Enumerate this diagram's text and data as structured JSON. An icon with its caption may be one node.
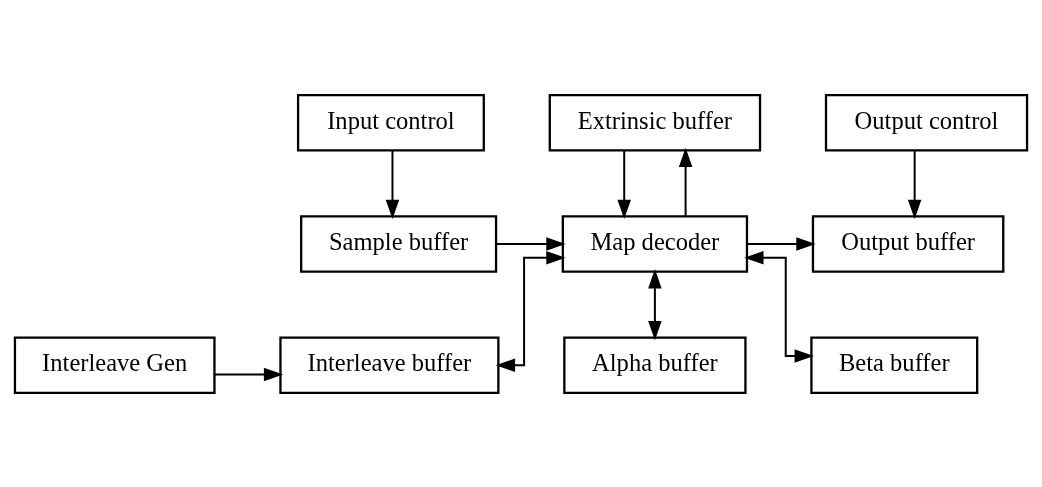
{
  "diagram": {
    "nodes": [
      {
        "text": [
          "Input control"
        ]
      },
      {
        "text": [
          "Extrinsic buffer"
        ]
      },
      {
        "text": [
          "Output control"
        ]
      },
      {
        "text": [
          "Sample buffer"
        ]
      },
      {
        "text": [
          "Map decoder"
        ]
      },
      {
        "text": [
          "Output buffer"
        ]
      },
      {
        "text": [
          "Alpha buffer"
        ]
      },
      {
        "text": [
          "Beta buffer"
        ]
      },
      {
        "text": [
          "Interleave Gen"
        ]
      },
      {
        "text": [
          "Interleave buffer"
        ]
      }
    ],
    "edges": [
      {
        "from": 0,
        "to": 3,
        "arrow": "to"
      },
      {
        "from": 3,
        "to": 4,
        "arrow": "to"
      },
      {
        "from": 1,
        "to": 4,
        "arrow": "to"
      },
      {
        "from": 4,
        "to": 5,
        "arrow": "to"
      },
      {
        "from": 4,
        "to": 1,
        "arrow": "to"
      },
      {
        "from": 2,
        "to": 5,
        "arrow": "to"
      },
      {
        "from": 4,
        "to": 6,
        "arrow": "both"
      },
      {
        "from": 4,
        "to": 7,
        "arrow": "both"
      },
      {
        "from": 4,
        "to": 9,
        "arrow": "both"
      },
      {
        "from": 8,
        "to": 9,
        "arrow": "to"
      }
    ]
  }
}
